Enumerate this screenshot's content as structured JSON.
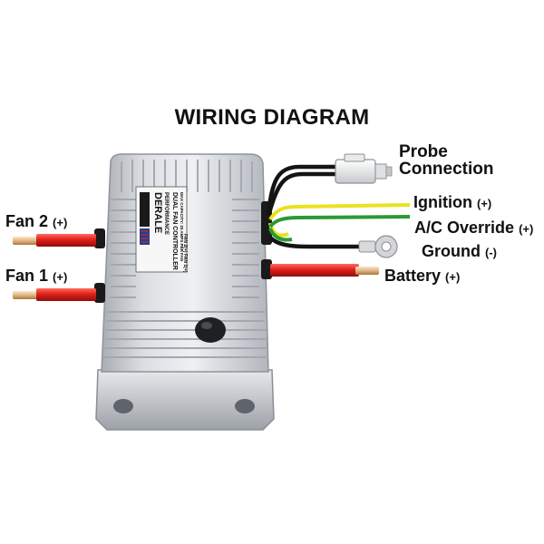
{
  "title": "WIRING DIAGRAM",
  "device": {
    "brand_line1": "DERALE",
    "brand_line2": "PERFORMANCE",
    "product_line1": "DUAL FAN CONTROLLER",
    "product_line2": "MAX CAPACITY: 25 AMPS PER FAN",
    "fan_tag_2": "FAN 2(+)",
    "fan_tag_1": "FAN 1(+)"
  },
  "labels": {
    "probe_line1": "Probe",
    "probe_line2": "Connection",
    "ignition": "Ignition",
    "ignition_sign": "(+)",
    "ac_override": "A/C Override",
    "ac_override_sign": "(+)",
    "ground": "Ground",
    "ground_sign": "(-)",
    "battery": "Battery",
    "battery_sign": "(+)",
    "fan2": "Fan 2",
    "fan2_sign": "(+)",
    "fan1": "Fan 1",
    "fan1_sign": "(+)"
  },
  "colors": {
    "wire_red": "#e0201b",
    "wire_black": "#141414",
    "wire_yellow": "#e9e21f",
    "wire_green": "#2a9a34",
    "copper": "#e3b583",
    "housing": "#c9ccd2"
  }
}
